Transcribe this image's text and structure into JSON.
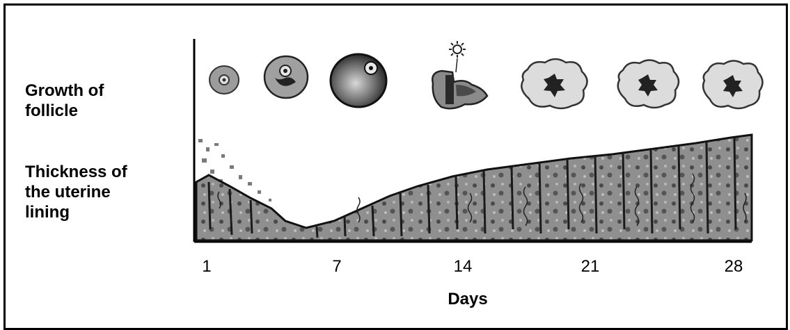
{
  "labels": {
    "follicle": "Growth of\nfollicle",
    "lining": "Thickness of\nthe uterine\nlining"
  },
  "axis": {
    "title": "Days",
    "ticks": [
      "1",
      "7",
      "14",
      "21",
      "28"
    ]
  },
  "follicle_stages": [
    "primary-follicle",
    "secondary-follicle",
    "mature-follicle",
    "ovulation",
    "corpus-luteum",
    "corpus-luteum",
    "corpus-luteum"
  ],
  "colors": {
    "line": "#000000",
    "tissue": "#9a9a9a",
    "tissue_dark": "#3a3a3a"
  }
}
